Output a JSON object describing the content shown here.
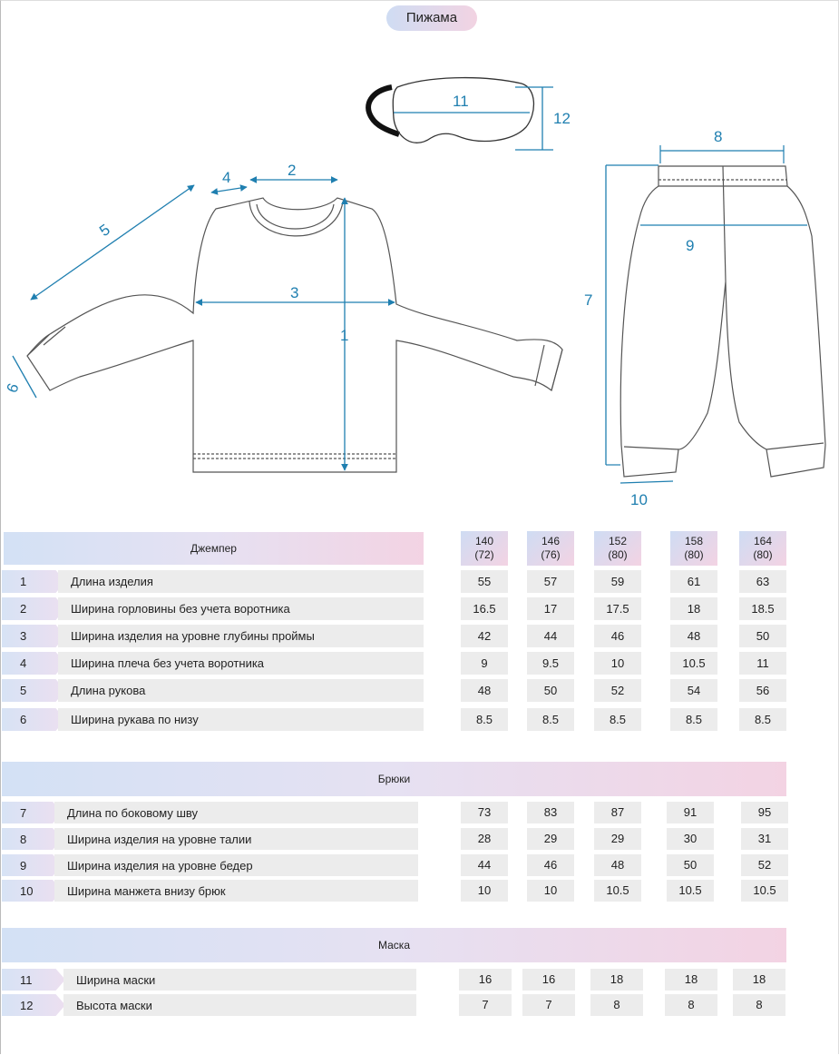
{
  "title": "Пижама",
  "diagram_labels": {
    "d1": "1",
    "d2": "2",
    "d3": "3",
    "d4": "4",
    "d5": "5",
    "d6": "6",
    "d7": "7",
    "d8": "8",
    "d9": "9",
    "d10": "10",
    "d11": "11",
    "d12": "12"
  },
  "sizes": [
    {
      "size": "140",
      "sub": "(72)"
    },
    {
      "size": "146",
      "sub": "(76)"
    },
    {
      "size": "152",
      "sub": "(80)"
    },
    {
      "size": "158",
      "sub": "(80)"
    },
    {
      "size": "164",
      "sub": "(80)"
    }
  ],
  "jumper": {
    "header": "Джемпер",
    "rows": [
      {
        "num": "1",
        "label": "Длина изделия",
        "values": [
          "55",
          "57",
          "59",
          "61",
          "63"
        ]
      },
      {
        "num": "2",
        "label": "Ширина горловины без учета воротника",
        "values": [
          "16.5",
          "17",
          "17.5",
          "18",
          "18.5"
        ]
      },
      {
        "num": "3",
        "label": "Ширина изделия на уровне глубины проймы",
        "values": [
          "42",
          "44",
          "46",
          "48",
          "50"
        ]
      },
      {
        "num": "4",
        "label": "Ширина плеча без учета воротника",
        "values": [
          "9",
          "9.5",
          "10",
          "10.5",
          "11"
        ]
      },
      {
        "num": "5",
        "label": "Длина рукова",
        "values": [
          "48",
          "50",
          "52",
          "54",
          "56"
        ]
      },
      {
        "num": "6",
        "label": "Ширина рукава по низу",
        "values": [
          "8.5",
          "8.5",
          "8.5",
          "8.5",
          "8.5"
        ]
      }
    ]
  },
  "pants": {
    "header": "Брюки",
    "rows": [
      {
        "num": "7",
        "label": "Длина по боковому шву",
        "values": [
          "73",
          "83",
          "87",
          "91",
          "95"
        ]
      },
      {
        "num": "8",
        "label": "Ширина изделия на уровне талии",
        "values": [
          "28",
          "29",
          "29",
          "30",
          "31"
        ]
      },
      {
        "num": "9",
        "label": "Ширина изделия на уровне бедер",
        "values": [
          "44",
          "46",
          "48",
          "50",
          "52"
        ]
      },
      {
        "num": "10",
        "label": "Ширина манжета внизу брюк",
        "values": [
          "10",
          "10",
          "10.5",
          "10.5",
          "10.5"
        ]
      }
    ]
  },
  "mask": {
    "header": "Маска",
    "rows": [
      {
        "num": "11",
        "label": "Ширина маски",
        "values": [
          "16",
          "16",
          "18",
          "18",
          "18"
        ]
      },
      {
        "num": "12",
        "label": "Высота маски",
        "values": [
          "7",
          "7",
          "8",
          "8",
          "8"
        ]
      }
    ]
  }
}
